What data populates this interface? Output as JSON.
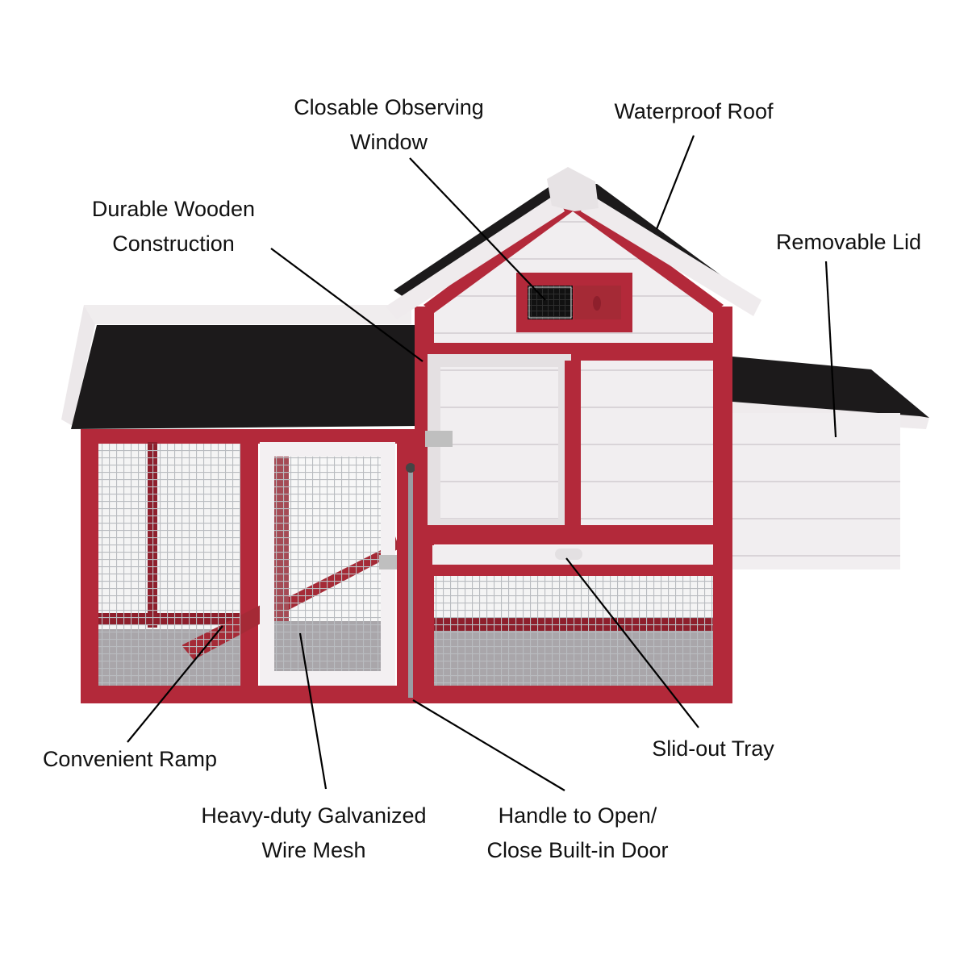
{
  "diagram": {
    "subject": "Wooden chicken coop with run",
    "colors": {
      "background": "#ffffff",
      "frame_red": "#b3293a",
      "frame_red_dark": "#8e1f2c",
      "panel_white": "#f1eef0",
      "panel_shadow": "#d9d4d8",
      "roof_black": "#1c1a1b",
      "mesh": "#b9bcc0",
      "floor_gray": "#a9a6aa",
      "leader_line": "#000000"
    },
    "callouts": [
      {
        "id": "window",
        "lines": [
          "Closable Observing",
          "Window"
        ]
      },
      {
        "id": "roof",
        "lines": [
          "Waterproof Roof"
        ]
      },
      {
        "id": "wood",
        "lines": [
          "Durable Wooden",
          "Construction"
        ]
      },
      {
        "id": "lid",
        "lines": [
          "Removable Lid"
        ]
      },
      {
        "id": "ramp",
        "lines": [
          "Convenient Ramp"
        ]
      },
      {
        "id": "tray",
        "lines": [
          "Slid-out Tray"
        ]
      },
      {
        "id": "mesh",
        "lines": [
          "Heavy-duty Galvanized",
          "Wire Mesh"
        ]
      },
      {
        "id": "handle",
        "lines": [
          "Handle to Open/",
          "Close Built-in Door"
        ]
      }
    ]
  }
}
